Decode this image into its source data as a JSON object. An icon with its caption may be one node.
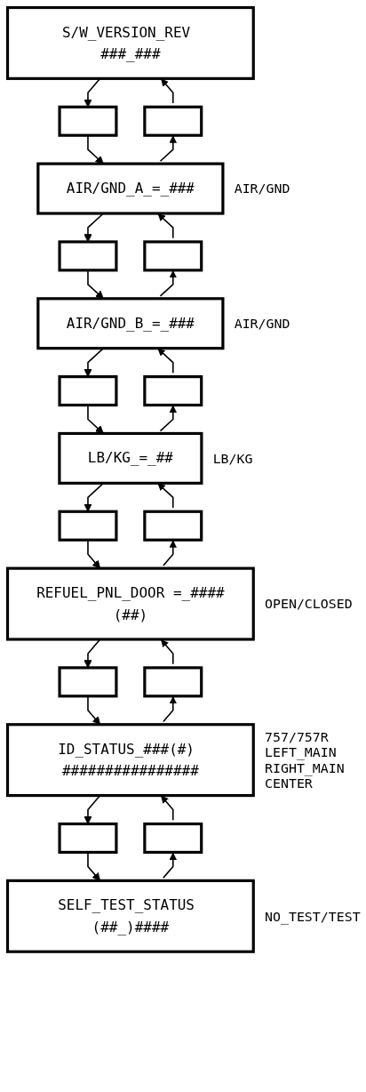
{
  "diagram": {
    "nodes": [
      {
        "text": [
          "S/W_VERSION_REV ###_###"
        ]
      },
      {
        "text": [],
        "shape": "box"
      },
      {
        "text": [],
        "shape": "box"
      },
      {
        "text": [
          "AIR/GND_A_=_###"
        ],
        "beside": [
          "AIR/GND"
        ]
      },
      {
        "text": [],
        "shape": "box"
      },
      {
        "text": [],
        "shape": "box"
      },
      {
        "text": [
          "AIR/GND_B_=_###"
        ],
        "beside": [
          "AIR/GND"
        ]
      },
      {
        "text": [],
        "shape": "box"
      },
      {
        "text": [],
        "shape": "box"
      },
      {
        "text": [
          "LB/KG_=_##"
        ],
        "beside": [
          "LB/KG"
        ]
      },
      {
        "text": [],
        "shape": "box"
      },
      {
        "text": [],
        "shape": "box"
      },
      {
        "text": [
          "REFUEL_PNL_DOOR =_####(##)"
        ],
        "beside": [
          "OPEN/CLOSED"
        ]
      },
      {
        "text": [],
        "shape": "box"
      },
      {
        "text": [],
        "shape": "box"
      },
      {
        "text": [
          "ID_STATUS_###(#) ################"
        ],
        "beside": [
          "757/757R",
          "LEFT_MAIN",
          "RIGHT_MAIN",
          "CENTER"
        ]
      },
      {
        "text": [],
        "shape": "box"
      },
      {
        "text": [],
        "shape": "box"
      },
      {
        "text": [
          "SELF_TEST_STATUS (##_)####"
        ],
        "beside": [
          "NO_TEST/TEST"
        ]
      }
    ],
    "edges": [
      {
        "from": 0,
        "to": 1,
        "arrow": "to"
      },
      {
        "from": 1,
        "to": 3,
        "arrow": "to"
      },
      {
        "from": 3,
        "to": 2,
        "arrow": "to"
      },
      {
        "from": 2,
        "to": 0,
        "arrow": "to"
      },
      {
        "from": 3,
        "to": 4,
        "arrow": "to"
      },
      {
        "from": 4,
        "to": 6,
        "arrow": "to"
      },
      {
        "from": 6,
        "to": 5,
        "arrow": "to"
      },
      {
        "from": 5,
        "to": 3,
        "arrow": "to"
      },
      {
        "from": 6,
        "to": 7,
        "arrow": "to"
      },
      {
        "from": 7,
        "to": 9,
        "arrow": "to"
      },
      {
        "from": 9,
        "to": 8,
        "arrow": "to"
      },
      {
        "from": 8,
        "to": 6,
        "arrow": "to"
      },
      {
        "from": 9,
        "to": 10,
        "arrow": "to"
      },
      {
        "from": 10,
        "to": 12,
        "arrow": "to"
      },
      {
        "from": 12,
        "to": 11,
        "arrow": "to"
      },
      {
        "from": 11,
        "to": 9,
        "arrow": "to"
      },
      {
        "from": 12,
        "to": 13,
        "arrow": "to"
      },
      {
        "from": 13,
        "to": 15,
        "arrow": "to"
      },
      {
        "from": 15,
        "to": 14,
        "arrow": "to"
      },
      {
        "from": 14,
        "to": 12,
        "arrow": "to"
      },
      {
        "from": 15,
        "to": 16,
        "arrow": "to"
      },
      {
        "from": 16,
        "to": 18,
        "arrow": "to"
      },
      {
        "from": 18,
        "to": 17,
        "arrow": "to"
      },
      {
        "from": 17,
        "to": 15,
        "arrow": "to"
      }
    ]
  }
}
